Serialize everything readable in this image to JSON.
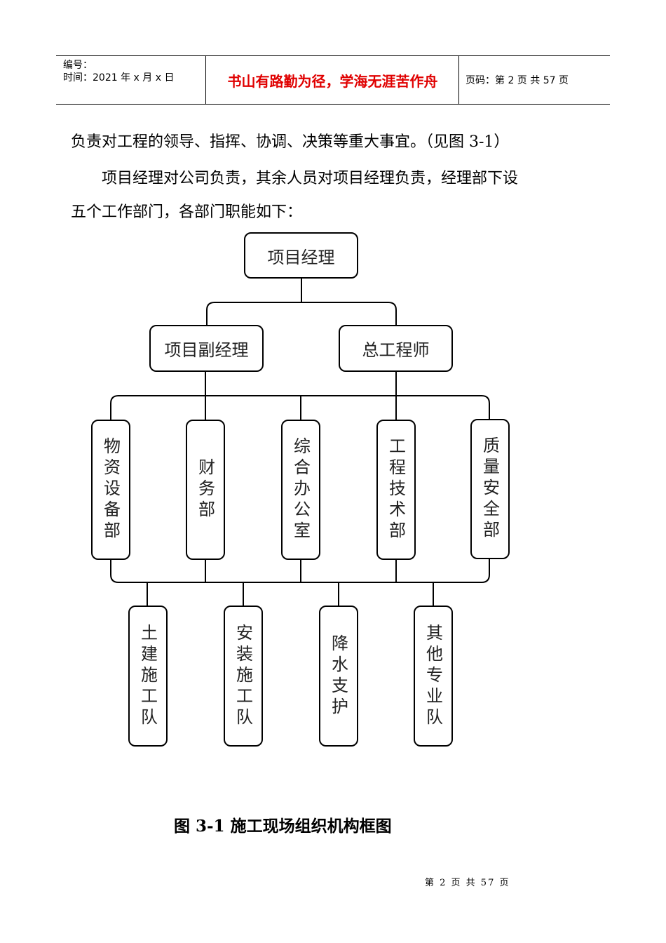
{
  "header": {
    "number_label": "编号：",
    "time_label": "时间：2021 年 x 月 x 日",
    "motto": "书山有路勤为径，学海无涯苦作舟",
    "page_info": "页码：第 2 页  共 57 页"
  },
  "body": {
    "line1": "负责对工程的领导、指挥、协调、决策等重大事宜。（见图 3-1）",
    "line2": "项目经理对公司负责，其余人员对项目经理负责，经理部下设",
    "line3": "五个工作部门，各部门职能如下："
  },
  "org_chart": {
    "root": "项目经理",
    "level2": [
      "项目副经理",
      "总工程师"
    ],
    "departments": [
      "物资设备部",
      "财务部",
      "综合办公室",
      "工程技术部",
      "质量安全部"
    ],
    "teams": [
      "土建施工队",
      "安装施工队",
      "降水支护",
      "其他专业队"
    ]
  },
  "caption": "图 3-1  施工现场组织机构框图",
  "footer": "第 2 页 共 57 页"
}
